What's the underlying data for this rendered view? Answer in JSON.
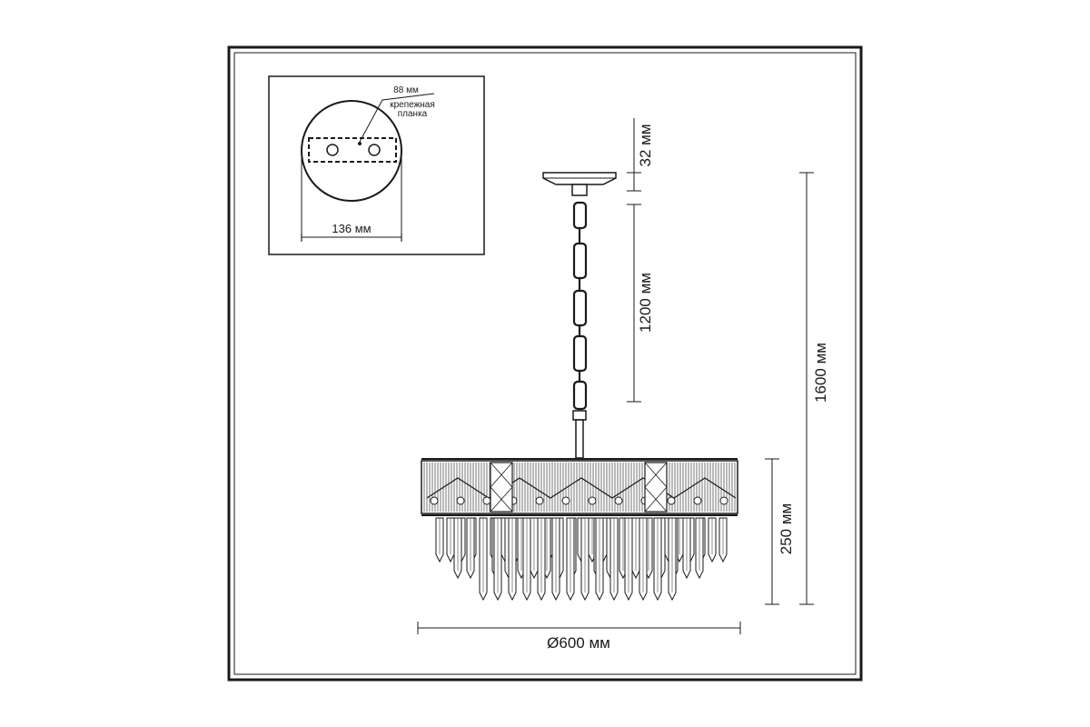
{
  "mount_detail": {
    "bracket_width": "88 мм",
    "bracket_label_line1": "крепежная",
    "bracket_label_line2": "планка",
    "canopy_diameter": "136 мм"
  },
  "chandelier": {
    "canopy_height": "32 мм",
    "chain_length": "1200 мм",
    "total_height": "1600 мм",
    "body_height": "250 мм",
    "diameter": "Ø600 мм"
  },
  "colors": {
    "line": "#1a1a1a",
    "frame": "#1a1a1a",
    "background": "#ffffff"
  }
}
